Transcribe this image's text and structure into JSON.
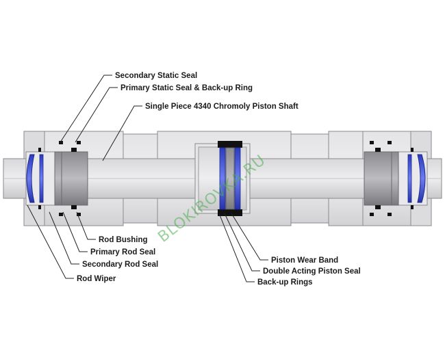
{
  "labels": {
    "secondary_static_seal": "Secondary Static Seal",
    "primary_static_seal": "Primary Static Seal & Back-up Ring",
    "piston_shaft": "Single Piece 4340 Chromoly Piston Shaft",
    "rod_bushing": "Rod Bushing",
    "primary_rod_seal": "Primary Rod Seal",
    "secondary_rod_seal": "Secondary Rod Seal",
    "rod_wiper": "Rod Wiper",
    "piston_wear_band": "Piston Wear Band",
    "double_acting_piston_seal": "Double Acting Piston Seal",
    "backup_rings": "Back-up Rings"
  },
  "watermark": "BLOKIROVKA.RU",
  "colors": {
    "body": "#d9d9db",
    "body_light": "#e6e6e8",
    "shaft": "#c7c7ca",
    "outline": "#8a8a8e",
    "seal_blue": "#3a4fd0",
    "seal_black": "#111111",
    "leader": "#222222"
  }
}
